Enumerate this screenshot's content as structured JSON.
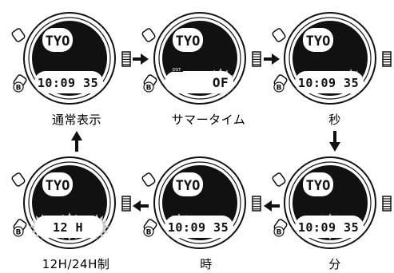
{
  "colors": {
    "ink": "#111111",
    "bezel": "#ffffff",
    "display": "#ffffff",
    "flash": "#c8c8c8"
  },
  "states": [
    {
      "id": "normal",
      "label": "通常表示",
      "city": "TYO",
      "button": "B",
      "display": "10:09 35",
      "flash": "none"
    },
    {
      "id": "summer",
      "label": "サマータイム",
      "city": "TYO",
      "button": "B",
      "display": "OF",
      "tag": "DST",
      "flash": "value"
    },
    {
      "id": "seconds",
      "label": "秒",
      "city": "TYO",
      "button": "B",
      "display": "10:09 35",
      "flash": "seconds"
    },
    {
      "id": "minutes",
      "label": "分",
      "city": "TYO",
      "button": "B",
      "display": "10:09 35",
      "flash": "minutes"
    },
    {
      "id": "hours",
      "label": "時",
      "city": "TYO",
      "button": "B",
      "display": "10:09 35",
      "flash": "hours"
    },
    {
      "id": "hour_format",
      "label": "12H/24H制",
      "city": "TYO",
      "button": "B",
      "display": "12 H",
      "flash": "all"
    }
  ]
}
